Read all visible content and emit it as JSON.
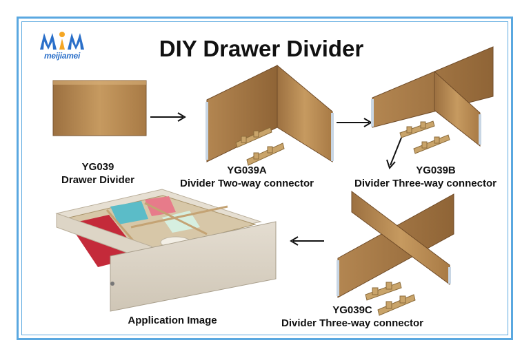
{
  "header": {
    "title": "DIY Drawer Divider",
    "logo_text": "meijiamei"
  },
  "products": [
    {
      "code": "YG039",
      "name": "Drawer Divider"
    },
    {
      "code": "YG039A",
      "name": "Divider Two-way connector"
    },
    {
      "code": "YG039B",
      "name": "Divider Three-way connector"
    },
    {
      "code": "YG039C",
      "name": "Divider Three-way connector"
    }
  ],
  "application": {
    "label": "Application Image"
  },
  "colors": {
    "border": "#5aa8e0",
    "wood": "#b0874f",
    "logo_blue": "#2a6fc9"
  }
}
